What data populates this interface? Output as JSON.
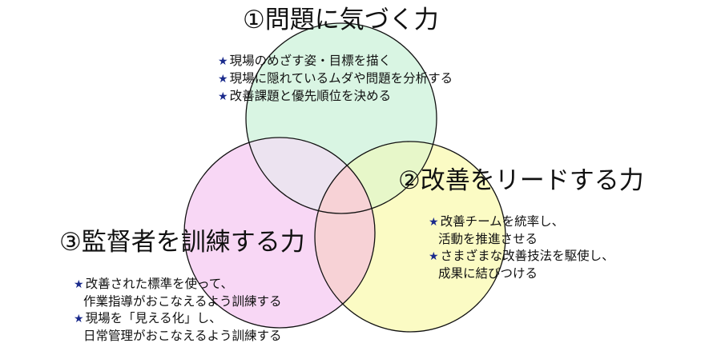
{
  "colors": {
    "circle1": "#d9f5e3",
    "circle2": "#fbfbc4",
    "circle3": "#f8d7f5",
    "overlap12": "#e7f7c9",
    "overlap13": "#ece3f0",
    "overlap23": "#f7d2d6",
    "outline": "#111111",
    "star": "#1a2a8c"
  },
  "circles": [
    {
      "title": "①問題に気づく力",
      "bullets": [
        {
          "star": "★",
          "lines": [
            "現場のめざす姿・目標を描く"
          ]
        },
        {
          "star": "★",
          "lines": [
            "現場に隠れているムダや問題を分析する"
          ]
        },
        {
          "star": "★",
          "lines": [
            "改善課題と優先順位を決める"
          ]
        }
      ]
    },
    {
      "title": "②改善をリードする力",
      "bullets": [
        {
          "star": "★",
          "lines": [
            "改善チームを統率し、",
            "活動を推進させる"
          ]
        },
        {
          "star": "★",
          "lines": [
            "さまざまな改善技法を駆使し、",
            "成果に結びつける"
          ]
        }
      ]
    },
    {
      "title": "③監督者を訓練する力",
      "bullets": [
        {
          "star": "★",
          "lines": [
            "改善された標準を使って、",
            "作業指導がおこなえるよう訓練する"
          ]
        },
        {
          "star": "★",
          "lines": [
            "現場を「見える化」し、",
            "日常管理がおこなえるよう訓練する"
          ]
        }
      ]
    }
  ]
}
